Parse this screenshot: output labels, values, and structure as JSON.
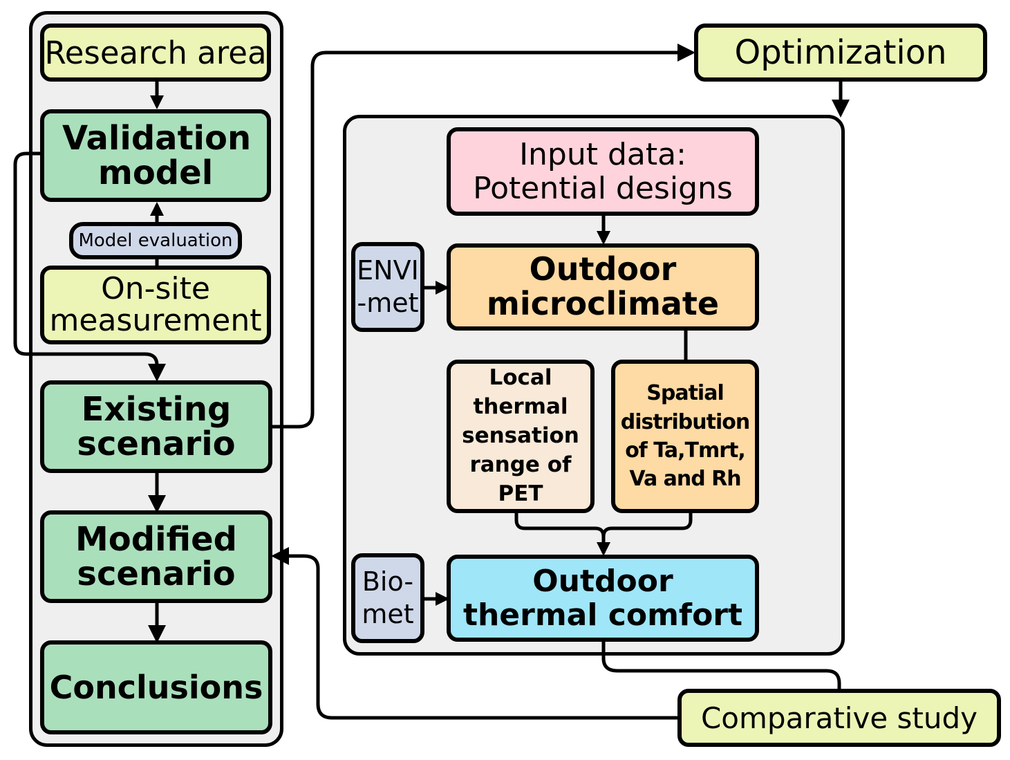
{
  "flow": {
    "research_area": "Research area",
    "validation_model": "Validation model",
    "model_evaluation": "Model evaluation",
    "on_site_measurement": "On-site measurement",
    "existing_scenario": "Existing scenario",
    "modified_scenario": "Modified scenario",
    "conclusions": "Conclusions"
  },
  "optimization": {
    "title": "Optimization",
    "input_data_line1": "Input data:",
    "input_data_line2": "Potential designs",
    "envi_met_line1": "ENVI",
    "envi_met_line2": "-met",
    "outdoor_microclimate": "Outdoor microclimate",
    "local_thermal": "Local thermal sensation range of PET",
    "spatial_distribution": "Spatial distribution of Ta,Tmrt, Va and Rh",
    "bio_met_line1": "Bio-",
    "bio_met_line2": "met",
    "outdoor_thermal_comfort_line1": "Outdoor",
    "outdoor_thermal_comfort_line2": "thermal comfort"
  },
  "comparative_study": "Comparative study",
  "colors": {
    "yellow": "#ecf5b6",
    "green": "#aadfbc",
    "pink": "#ffd3dc",
    "orange": "#fedaa4",
    "cream": "#f9e9d8",
    "blue": "#9fe6f9",
    "lavender": "#cfd8e9",
    "panel": "#efefef"
  }
}
